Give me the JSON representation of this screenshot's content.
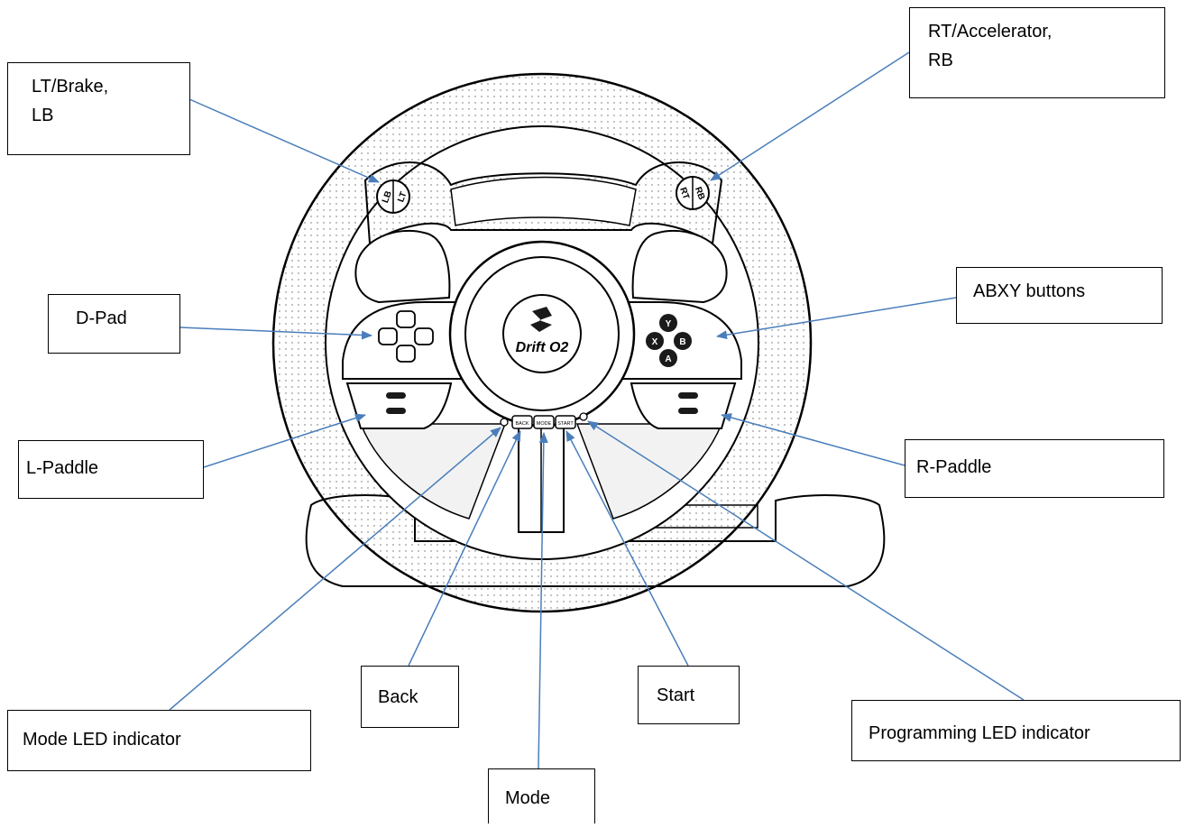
{
  "brand": {
    "logo_text": "Drift O2"
  },
  "wheel_buttons": {
    "lb": "LB",
    "lt": "LT",
    "rt": "RT",
    "rb": "RB",
    "y": "Y",
    "x": "X",
    "b": "B",
    "a": "A",
    "back": "BACK",
    "mode": "MODE",
    "start": "START"
  },
  "callouts": {
    "lt_brake": {
      "line1": "LT/Brake,",
      "line2": "LB"
    },
    "rt_accelerator": {
      "line1": "RT/Accelerator,",
      "line2": "RB"
    },
    "d_pad": {
      "text": "D-Pad"
    },
    "abxy": {
      "text": "ABXY buttons"
    },
    "l_paddle": {
      "text": "L-Paddle"
    },
    "r_paddle": {
      "text": "R-Paddle"
    },
    "back": {
      "text": "Back"
    },
    "start": {
      "text": "Start"
    },
    "mode_led": {
      "text": "Mode LED indicator"
    },
    "programming_led": {
      "text": "Programming LED indicator"
    },
    "mode": {
      "text": "Mode"
    }
  },
  "colors": {
    "leader_line": "#4a7ebb",
    "outline": "#000000",
    "dark_fill": "#1a1a1a"
  }
}
